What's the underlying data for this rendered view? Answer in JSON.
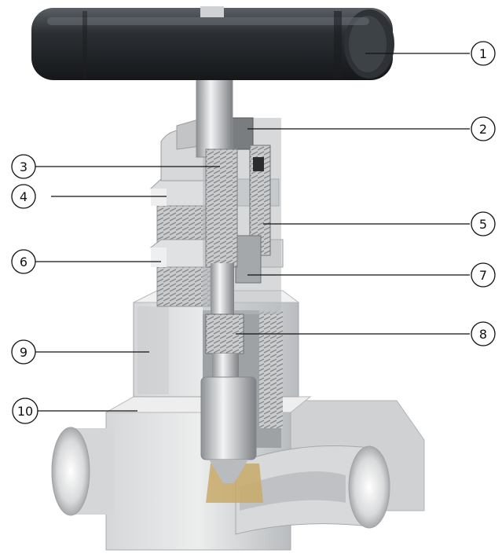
{
  "callouts": [
    {
      "label": "1"
    },
    {
      "label": "2"
    },
    {
      "label": "3"
    },
    {
      "label": "4"
    },
    {
      "label": "5"
    },
    {
      "label": "6"
    },
    {
      "label": "7"
    },
    {
      "label": "8"
    },
    {
      "label": "9"
    },
    {
      "label": "10"
    }
  ],
  "colors": {
    "handle": "#2b2f33",
    "steel_light": "#e6e7e8",
    "steel_mid": "#c4c6c8",
    "steel_dark": "#8e9194",
    "brass": "#c8a968",
    "leader_line": "#111111"
  }
}
